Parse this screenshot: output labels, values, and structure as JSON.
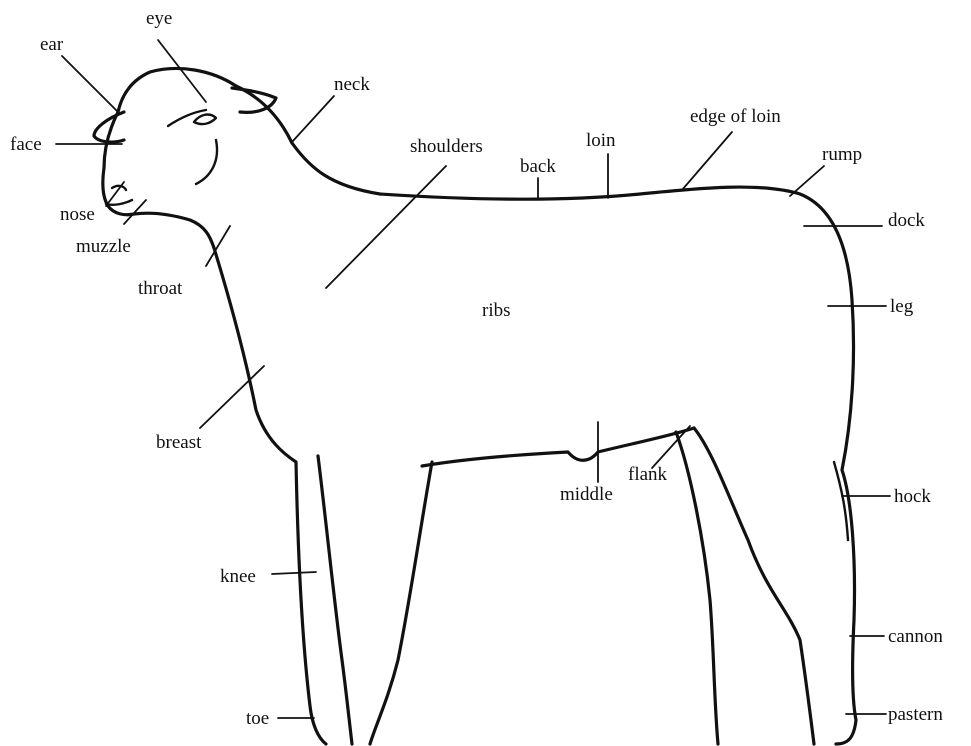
{
  "labels": {
    "ear": "ear",
    "eye": "eye",
    "neck": "neck",
    "face": "face",
    "nose": "nose",
    "muzzle": "muzzle",
    "throat": "throat",
    "shoulders": "shoulders",
    "back": "back",
    "loin": "loin",
    "edge_of_loin": "edge of loin",
    "rump": "rump",
    "dock": "dock",
    "ribs": "ribs",
    "leg": "leg",
    "breast": "breast",
    "flank": "flank",
    "middle": "middle",
    "hock": "hock",
    "knee": "knee",
    "cannon": "cannon",
    "toe": "toe",
    "pastern": "pastern"
  },
  "colors": {
    "ink": "#111111",
    "background": "#ffffff"
  }
}
